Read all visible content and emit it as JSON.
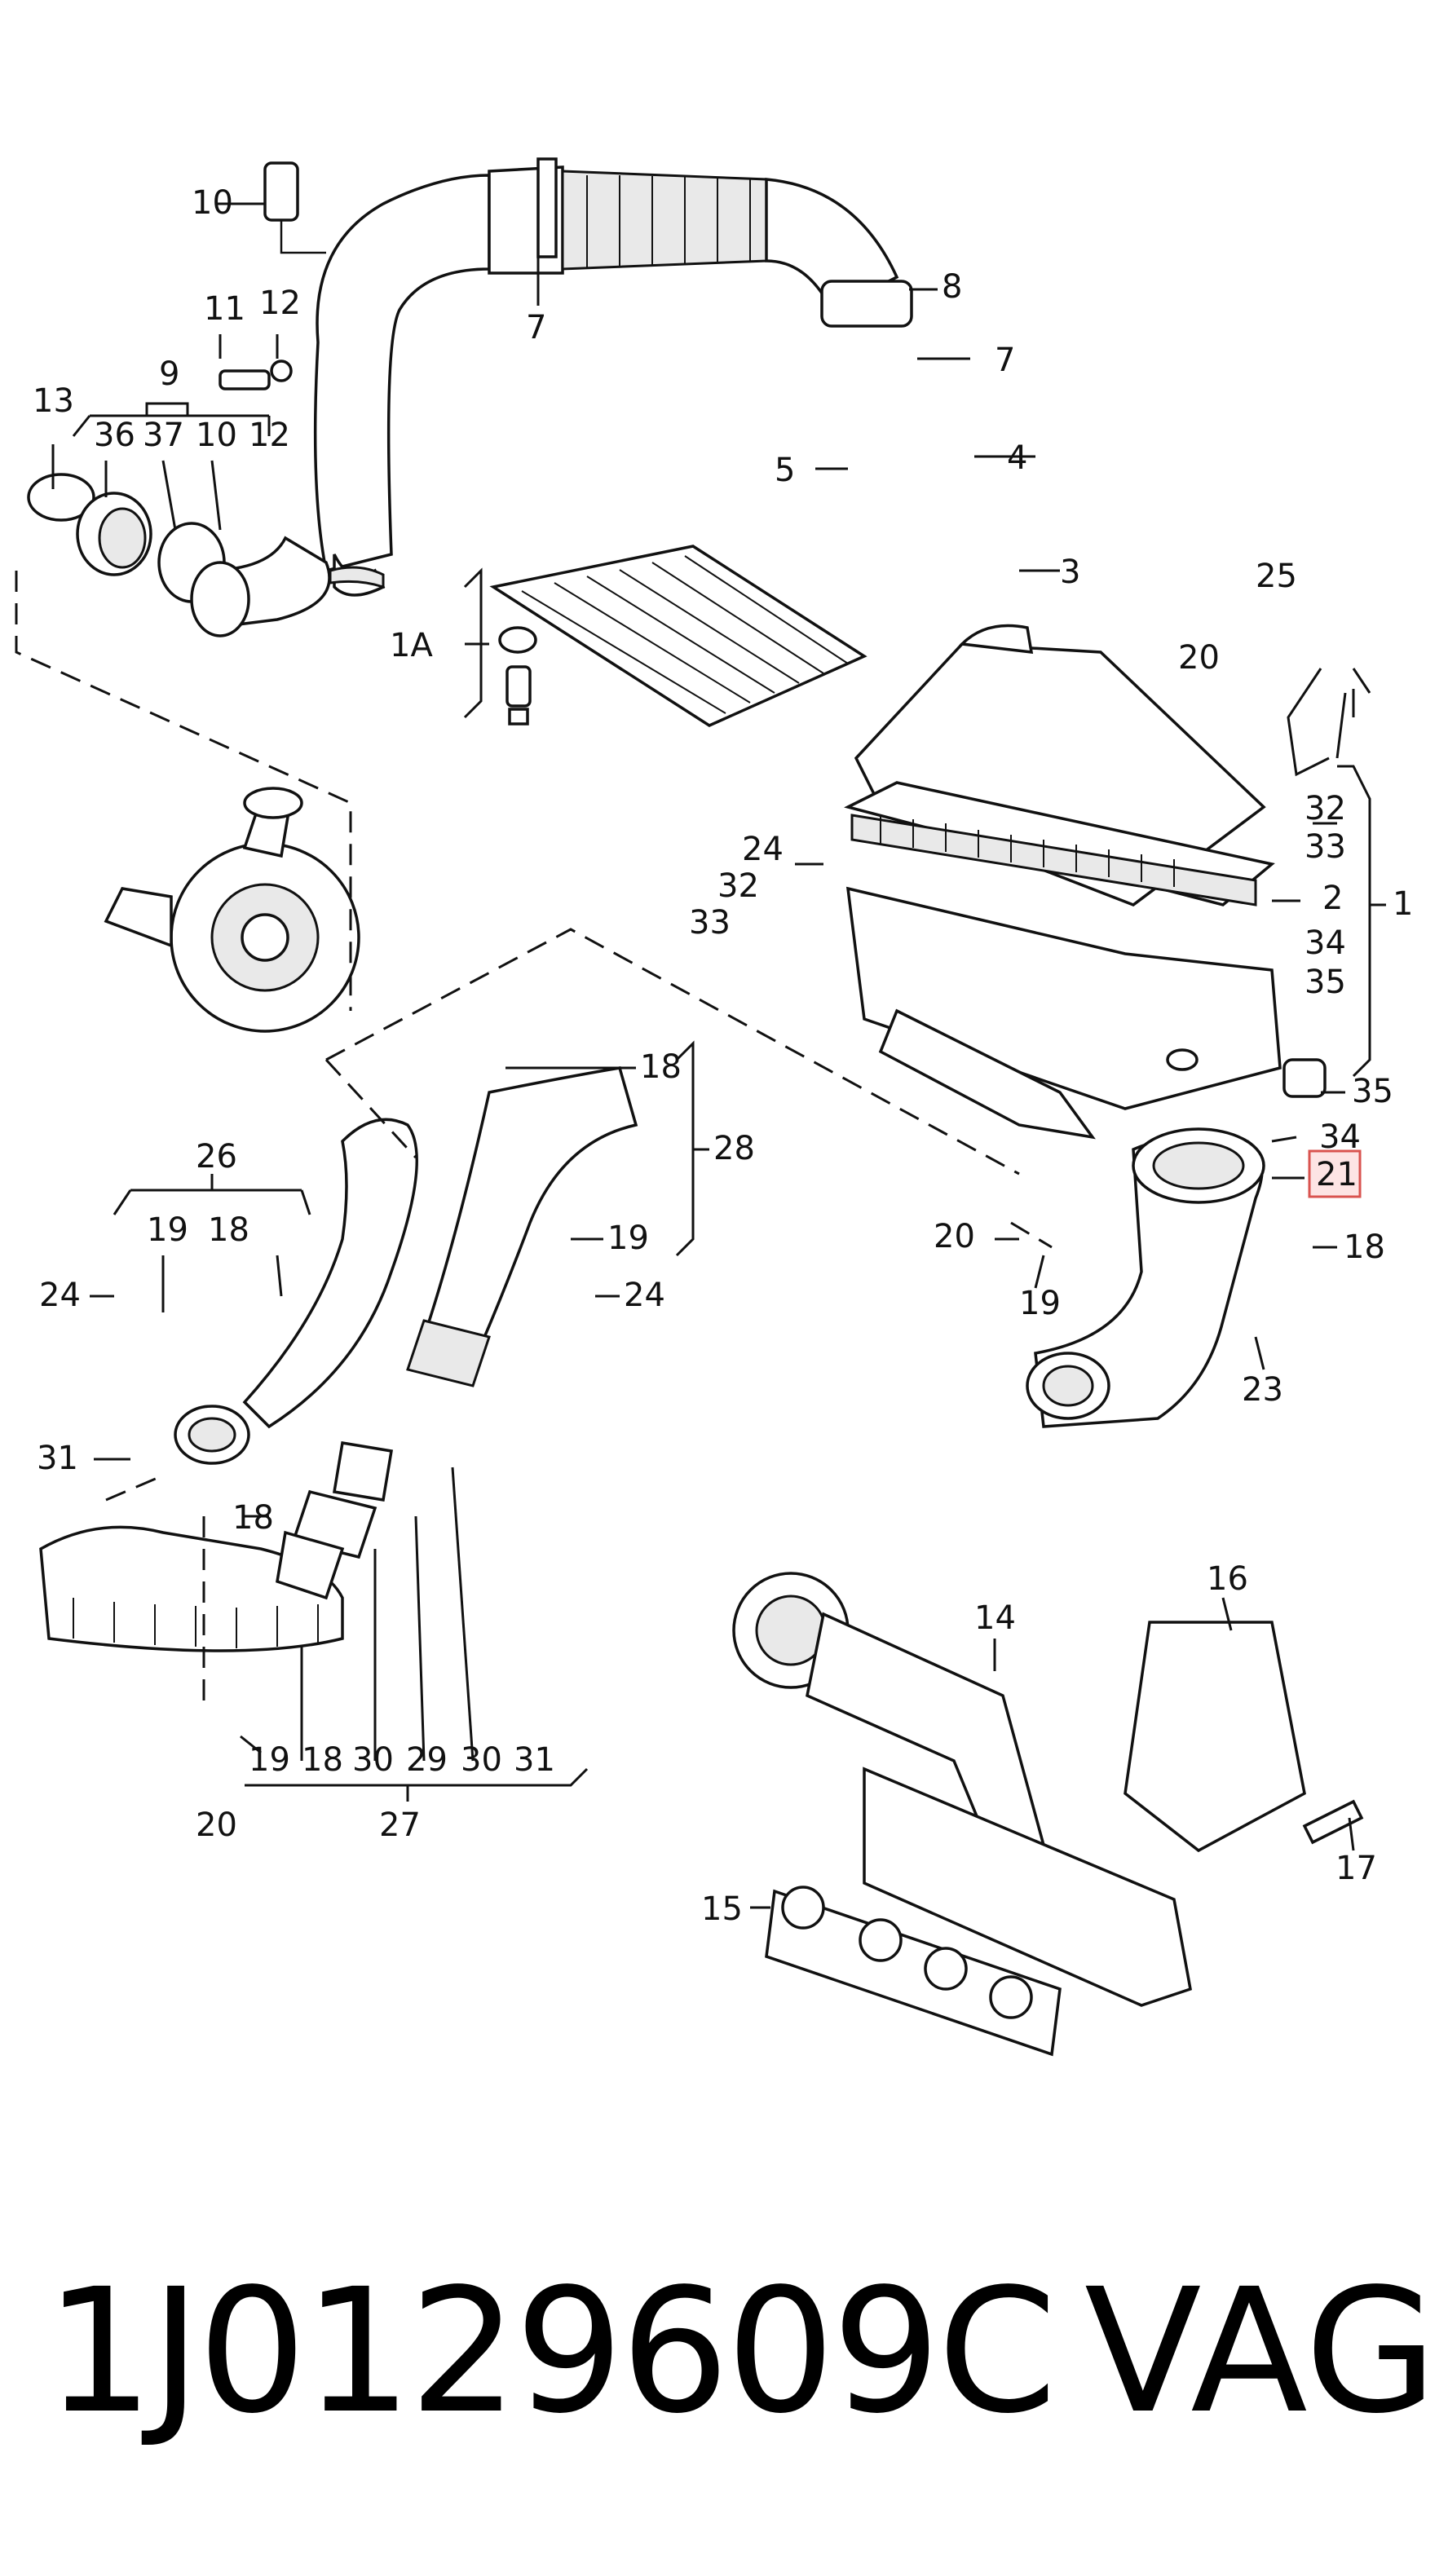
{
  "callouts": {
    "c10": "10",
    "c7a": "7",
    "c8": "8",
    "c7b": "7",
    "c11": "11",
    "c12a": "12",
    "c13": "13",
    "c9": "9",
    "c36": "36",
    "c37": "37",
    "c10b": "10",
    "c12b": "12",
    "c5": "5",
    "c4": "4",
    "c3": "3",
    "c1A": "1A",
    "c25": "25",
    "c20a": "20",
    "c32a": "32",
    "c33a": "33",
    "c2": "2",
    "c1": "1",
    "c34a": "34",
    "c35a": "35",
    "c24a": "24",
    "c32b": "32",
    "c33b": "33",
    "c35b": "35",
    "c34b": "34",
    "c21": "21",
    "c20b": "20",
    "c18a": "18",
    "c19a": "19",
    "c23": "23",
    "c18b": "18",
    "c28": "28",
    "c19b": "19",
    "c24b": "24",
    "c26": "26",
    "c19c": "19",
    "c18c": "18",
    "c24c": "24",
    "c31a": "31",
    "c18d": "18",
    "c19d": "19",
    "c18e": "18",
    "c30a": "30",
    "c29": "29",
    "c30b": "30",
    "c31b": "31",
    "c20c": "20",
    "c27": "27",
    "c16": "16",
    "c14": "14",
    "c17": "17",
    "c15": "15"
  },
  "highlighted_callout": "21",
  "colors": {
    "highlight_fill": "#fde4e4",
    "highlight_stroke": "#d9534f"
  },
  "footer": {
    "part_number": "1J0129609C",
    "brand": "VAG"
  }
}
